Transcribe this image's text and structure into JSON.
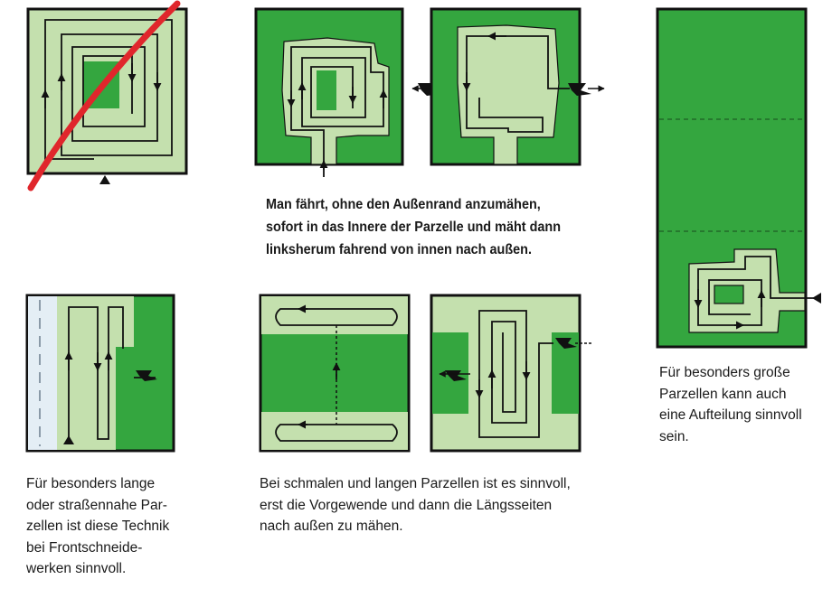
{
  "captions": {
    "inside_out": [
      "Man fährt, ohne den Außenrand anzumähen,",
      "sofort in das Innere der Parzelle und mäht dann",
      "linksherum fahrend von innen nach außen."
    ],
    "long_roadside": [
      "Für besonders lange",
      "oder straßennahe Par-",
      "zellen ist diese Technik",
      "bei Frontschneide-",
      "werken sinnvoll."
    ],
    "narrow_long": [
      "Bei schmalen und langen Parzellen ist es sinnvoll,",
      "erst die Vorgewende und dann die Längsseiten",
      "nach außen zu mähen."
    ],
    "large_split": [
      "Für besonders große",
      "Parzellen kann auch",
      "eine Aufteilung sinnvoll",
      "sein."
    ]
  },
  "colors": {
    "uncut_grass": "#34a63f",
    "mown_grass": "#c4e0ae",
    "outline": "#111111",
    "road": "#e4eef5",
    "cross_out": "#e0262c"
  }
}
